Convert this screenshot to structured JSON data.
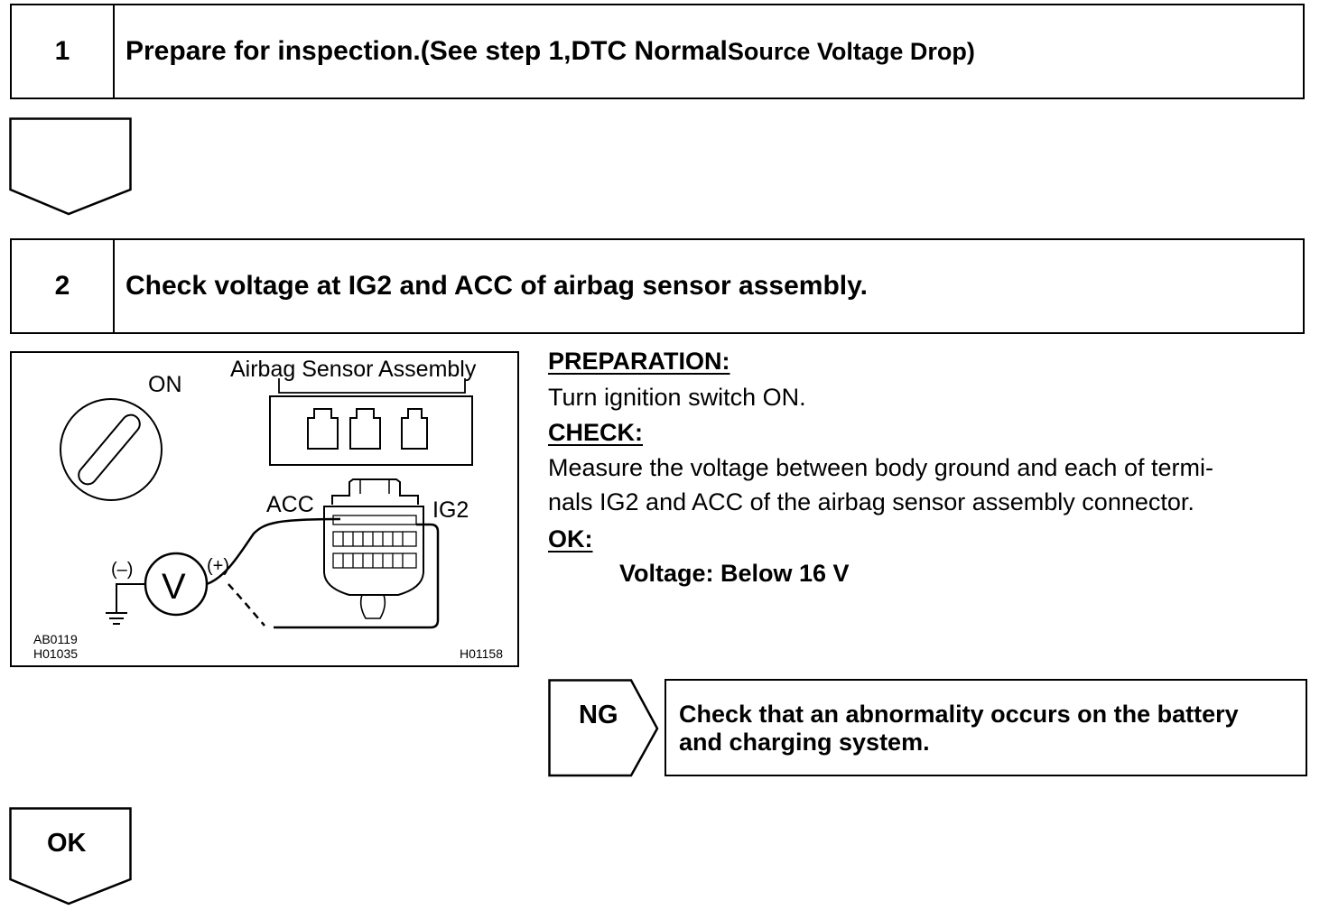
{
  "steps": [
    {
      "number": "1",
      "title_main": "Prepare for inspection.",
      "title_ref_a": "(See step 1,DTC Normal",
      "title_ref_b": " Source Voltage Drop)"
    },
    {
      "number": "2",
      "title": "Check voltage at IG2 and ACC of airbag sensor assembly."
    }
  ],
  "figure": {
    "switch_label": "ON",
    "assembly_label": "Airbag Sensor Assembly",
    "acc_label": "ACC",
    "ig2_label": "IG2",
    "meter_symbol": "V",
    "minus_label": "(–)",
    "plus_label": "(+)",
    "code_left_1": "AB0119",
    "code_left_2": "H01035",
    "code_right": "H01158"
  },
  "instructions": {
    "preparation_header": "PREPARATION:",
    "preparation_text": "Turn ignition switch ON.",
    "check_header": "CHECK:",
    "check_line1": "Measure the voltage between body ground and each of termi-",
    "check_line2": "nals IG2 and ACC of the airbag sensor assembly connector.",
    "ok_header": "OK:",
    "ok_spec": "Voltage: Below 16 V"
  },
  "ng_branch": {
    "label": "NG",
    "text_line1": "Check that an abnormality occurs on the battery",
    "text_line2": "and charging system."
  },
  "ok_branch": {
    "label": "OK"
  }
}
